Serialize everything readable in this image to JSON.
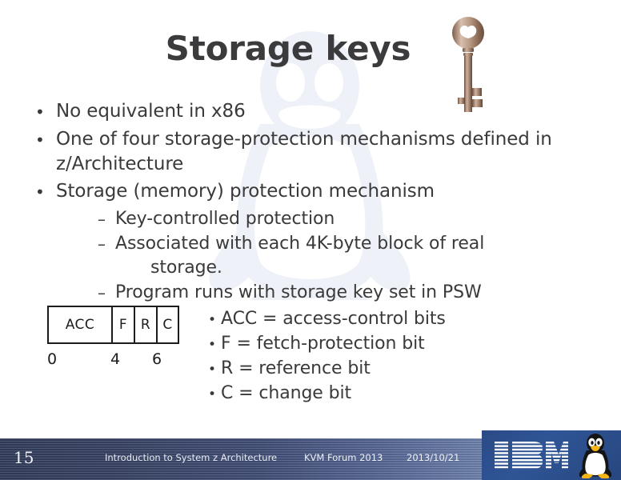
{
  "slide": {
    "title": "Storage keys",
    "background_color": "#ffffff",
    "title_color": "#3b3b3d",
    "watermark_icon": "tux-penguin-watermark",
    "key_image_icon": "brass-skeleton-key"
  },
  "bullets": [
    {
      "marker": "•",
      "text": "No equivalent in x86"
    },
    {
      "marker": "•",
      "text": "One of four storage-protection mechanisms defined in z/Architecture"
    },
    {
      "marker": "•",
      "text": "Storage (memory) protection mechanism"
    }
  ],
  "sub_bullets": [
    {
      "marker": "–",
      "text": "Key-controlled protection",
      "continuation": ""
    },
    {
      "marker": "–",
      "text": "Associated with each 4K-byte block of real",
      "continuation": "storage."
    },
    {
      "marker": "–",
      "text": "Program runs with storage key set in PSW",
      "continuation": ""
    }
  ],
  "key_diagram": {
    "cells": [
      {
        "label": "ACC"
      },
      {
        "label": "F"
      },
      {
        "label": "R"
      },
      {
        "label": "C"
      }
    ],
    "bit_ticks": [
      "0",
      "4",
      "6"
    ],
    "border_color": "#1c1c1c"
  },
  "legend": [
    {
      "marker": "•",
      "text": "ACC = access-control bits"
    },
    {
      "marker": "•",
      "text": "F = fetch-protection bit"
    },
    {
      "marker": "•",
      "text": "R = reference bit"
    },
    {
      "marker": "•",
      "text": "C = change bit"
    }
  ],
  "footer": {
    "page_number": "15",
    "center_text": "Introduction to System z Architecture",
    "event": "KVM Forum 2013",
    "date": "2013/10/21",
    "bar_color_left": "#353f5e",
    "bar_color_right": "#8ea2c8",
    "logo_block_color": "#2f5596",
    "ibm_logo_icon": "ibm-striped-logo",
    "tux_logo_icon": "tux-penguin-logo"
  }
}
